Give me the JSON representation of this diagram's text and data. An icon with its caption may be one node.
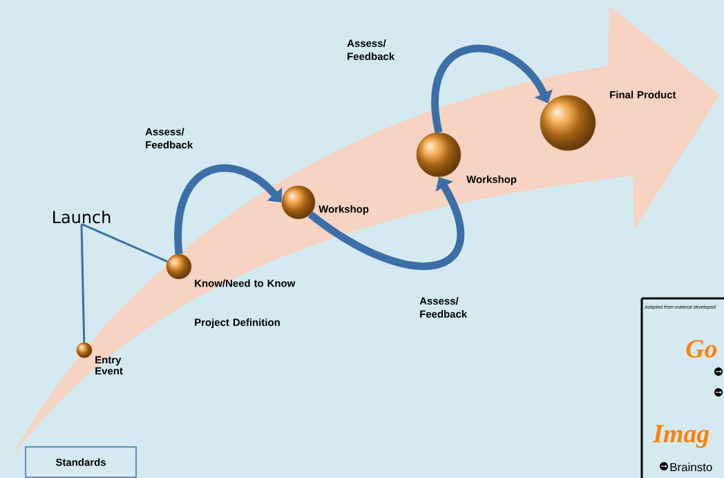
{
  "diagram": {
    "nodes": [
      {
        "text": [
          "Launch"
        ]
      },
      {
        "text": [],
        "shape": "circle",
        "beside": [
          "Entry Event"
        ]
      },
      {
        "text": [],
        "shape": "circle",
        "beside": [
          "Know/Need to Know",
          "Project Definition"
        ]
      },
      {
        "text": [],
        "shape": "circle",
        "beside": [
          "Workshop"
        ]
      },
      {
        "text": [],
        "shape": "circle",
        "beside": [
          "Workshop"
        ]
      },
      {
        "text": [],
        "shape": "circle",
        "beside": [
          "Final Product"
        ]
      },
      {
        "text": [
          "Standards"
        ]
      },
      {
        "text": [
          "Adapted from material developed",
          "Go",
          "Imag",
          "Brainsto"
        ]
      }
    ],
    "edges": [
      {
        "from": 0,
        "to": 1,
        "arrow": "none"
      },
      {
        "from": 0,
        "to": 2,
        "arrow": "none"
      },
      {
        "from": 2,
        "to": 3,
        "arrow": "to",
        "label": "Assess/ Feedback"
      },
      {
        "from": 3,
        "to": 4,
        "arrow": "to",
        "label": "Assess/ Feedback"
      },
      {
        "from": 4,
        "to": 5,
        "arrow": "to",
        "label": "Assess/ Feedback"
      }
    ]
  }
}
